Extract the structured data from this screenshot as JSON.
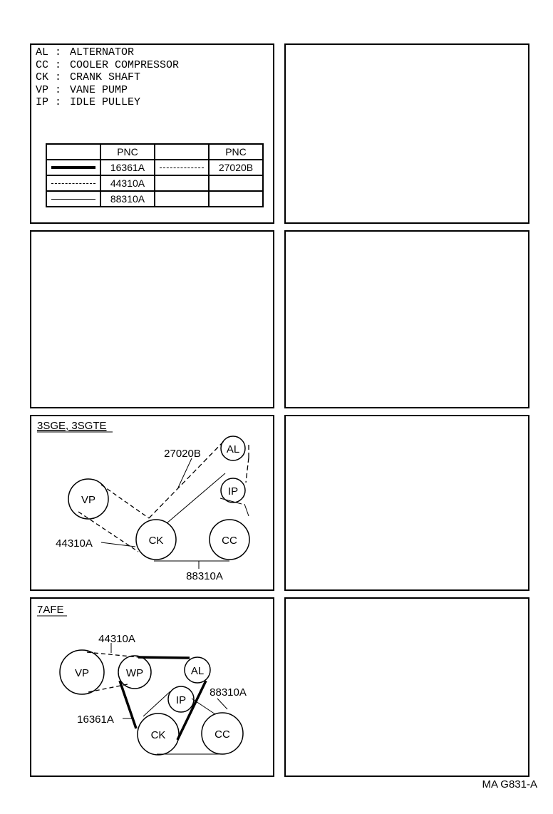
{
  "legend": {
    "items": [
      {
        "abbr": "AL :",
        "name": "ALTERNATOR"
      },
      {
        "abbr": "CC :",
        "name": "COOLER COMPRESSOR"
      },
      {
        "abbr": "CK :",
        "name": "CRANK SHAFT"
      },
      {
        "abbr": "VP :",
        "name": "VANE PUMP"
      },
      {
        "abbr": "IP :",
        "name": "IDLE PULLEY"
      }
    ]
  },
  "pnc_table": {
    "header_left": "PNC",
    "header_right": "PNC",
    "rows": [
      {
        "style": "thick",
        "pnc": "16361A",
        "right_style": "dashdot",
        "right_pnc": "27020B"
      },
      {
        "style": "dashed",
        "pnc": "44310A",
        "right_style": "",
        "right_pnc": ""
      },
      {
        "style": "thin",
        "pnc": "88310A",
        "right_style": "",
        "right_pnc": ""
      }
    ]
  },
  "diagram_3sge": {
    "title": "3SGE, 3SGTE",
    "pulleys": {
      "vp": "VP",
      "ck": "CK",
      "al": "AL",
      "ip": "IP",
      "cc": "CC"
    },
    "labels": {
      "belt_27020b": "27020B",
      "belt_44310a": "44310A",
      "belt_88310a": "88310A"
    }
  },
  "diagram_7afe": {
    "title": "7AFE",
    "pulleys": {
      "vp": "VP",
      "wp": "WP",
      "al": "AL",
      "ip": "IP",
      "ck": "CK",
      "cc": "CC"
    },
    "labels": {
      "belt_44310a": "44310A",
      "belt_16361a": "16361A",
      "belt_88310a": "88310A"
    }
  },
  "footer": "MA G831-A"
}
